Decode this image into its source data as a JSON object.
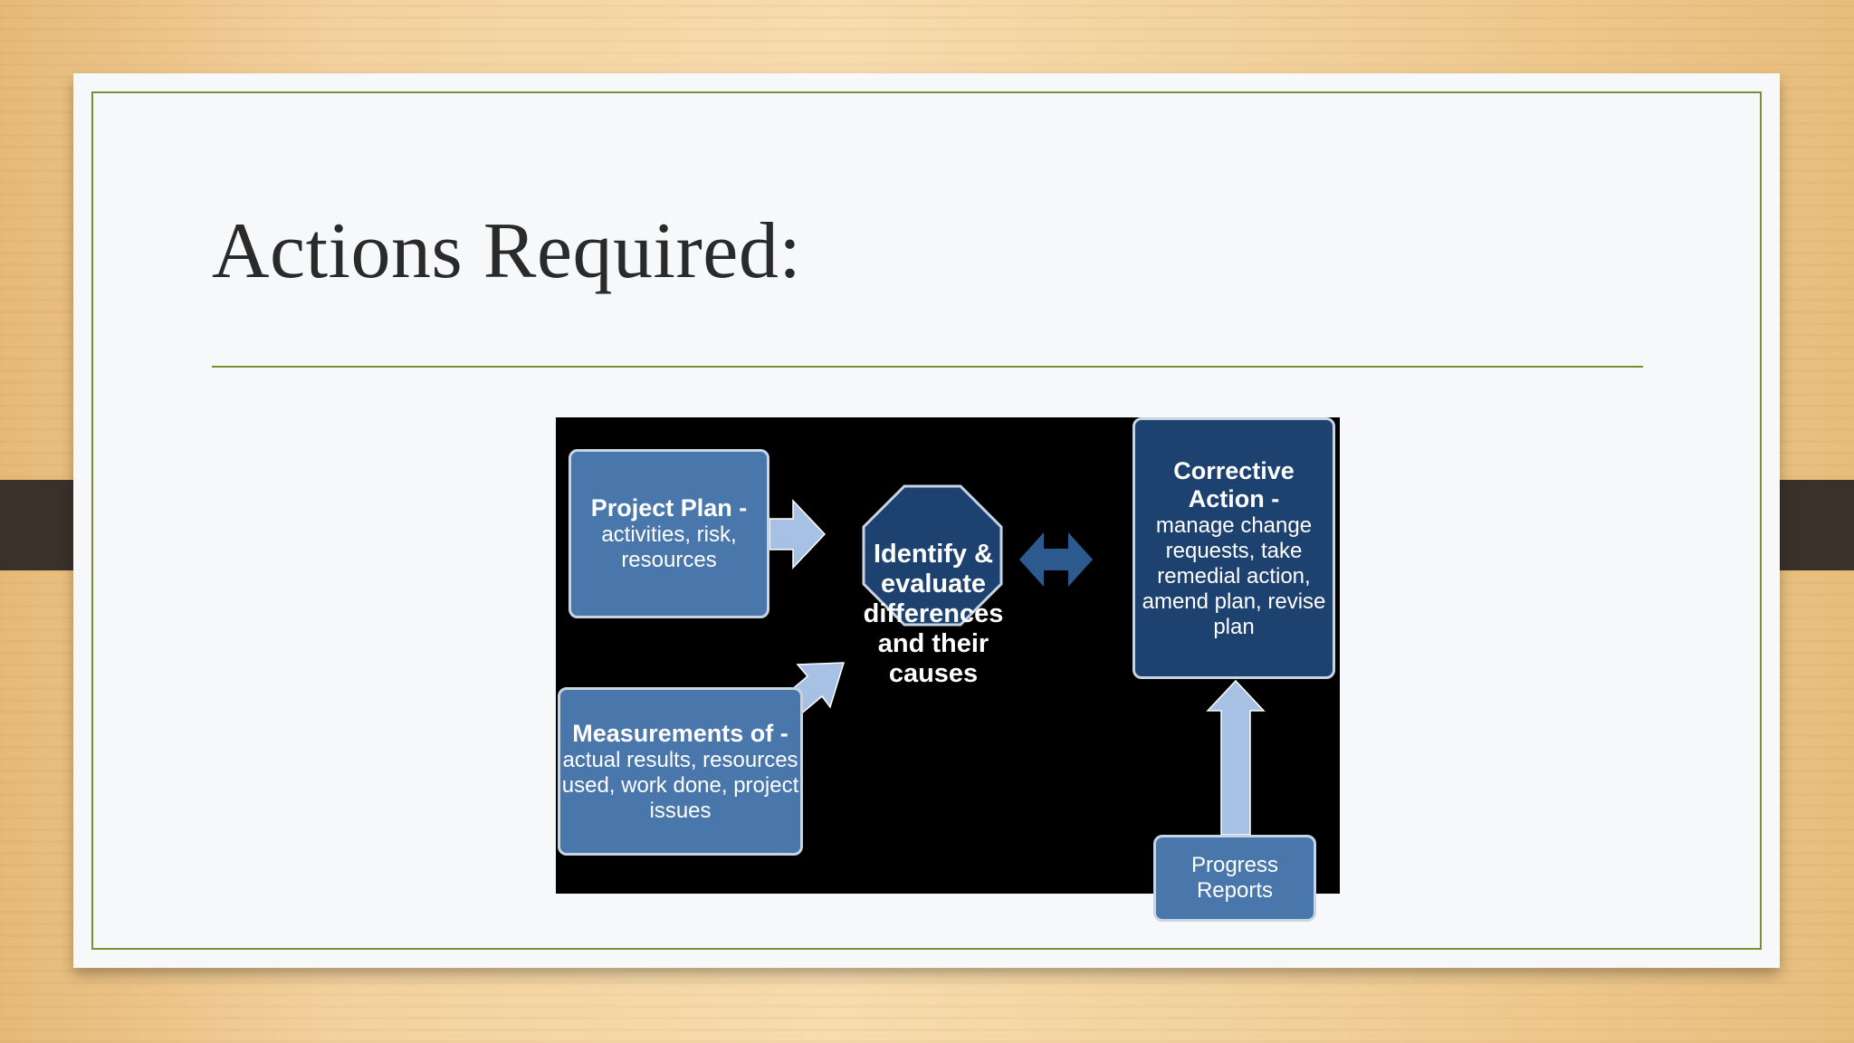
{
  "slide": {
    "title": "Actions Required:"
  },
  "diagram": {
    "project_plan": {
      "heading": "Project Plan -",
      "body": "activities, risk, resources"
    },
    "measurements": {
      "heading": "Measurements of -",
      "body": "actual results, resources used, work done, project issues"
    },
    "center": {
      "text": "Identify & evaluate differences and their causes"
    },
    "corrective_action": {
      "heading": "Corrective Action -",
      "body": "manage change requests, take remedial action, amend plan, revise plan"
    },
    "progress_reports": {
      "text": "Progress Reports"
    }
  },
  "colors": {
    "accent_green": "#7e8c32",
    "box_light_blue": "#4a77ab",
    "box_dark_blue": "#1d4270",
    "arrow_light": "#a6c1e3",
    "arrow_dark": "#2c5a8f",
    "diagram_background": "#000000"
  }
}
